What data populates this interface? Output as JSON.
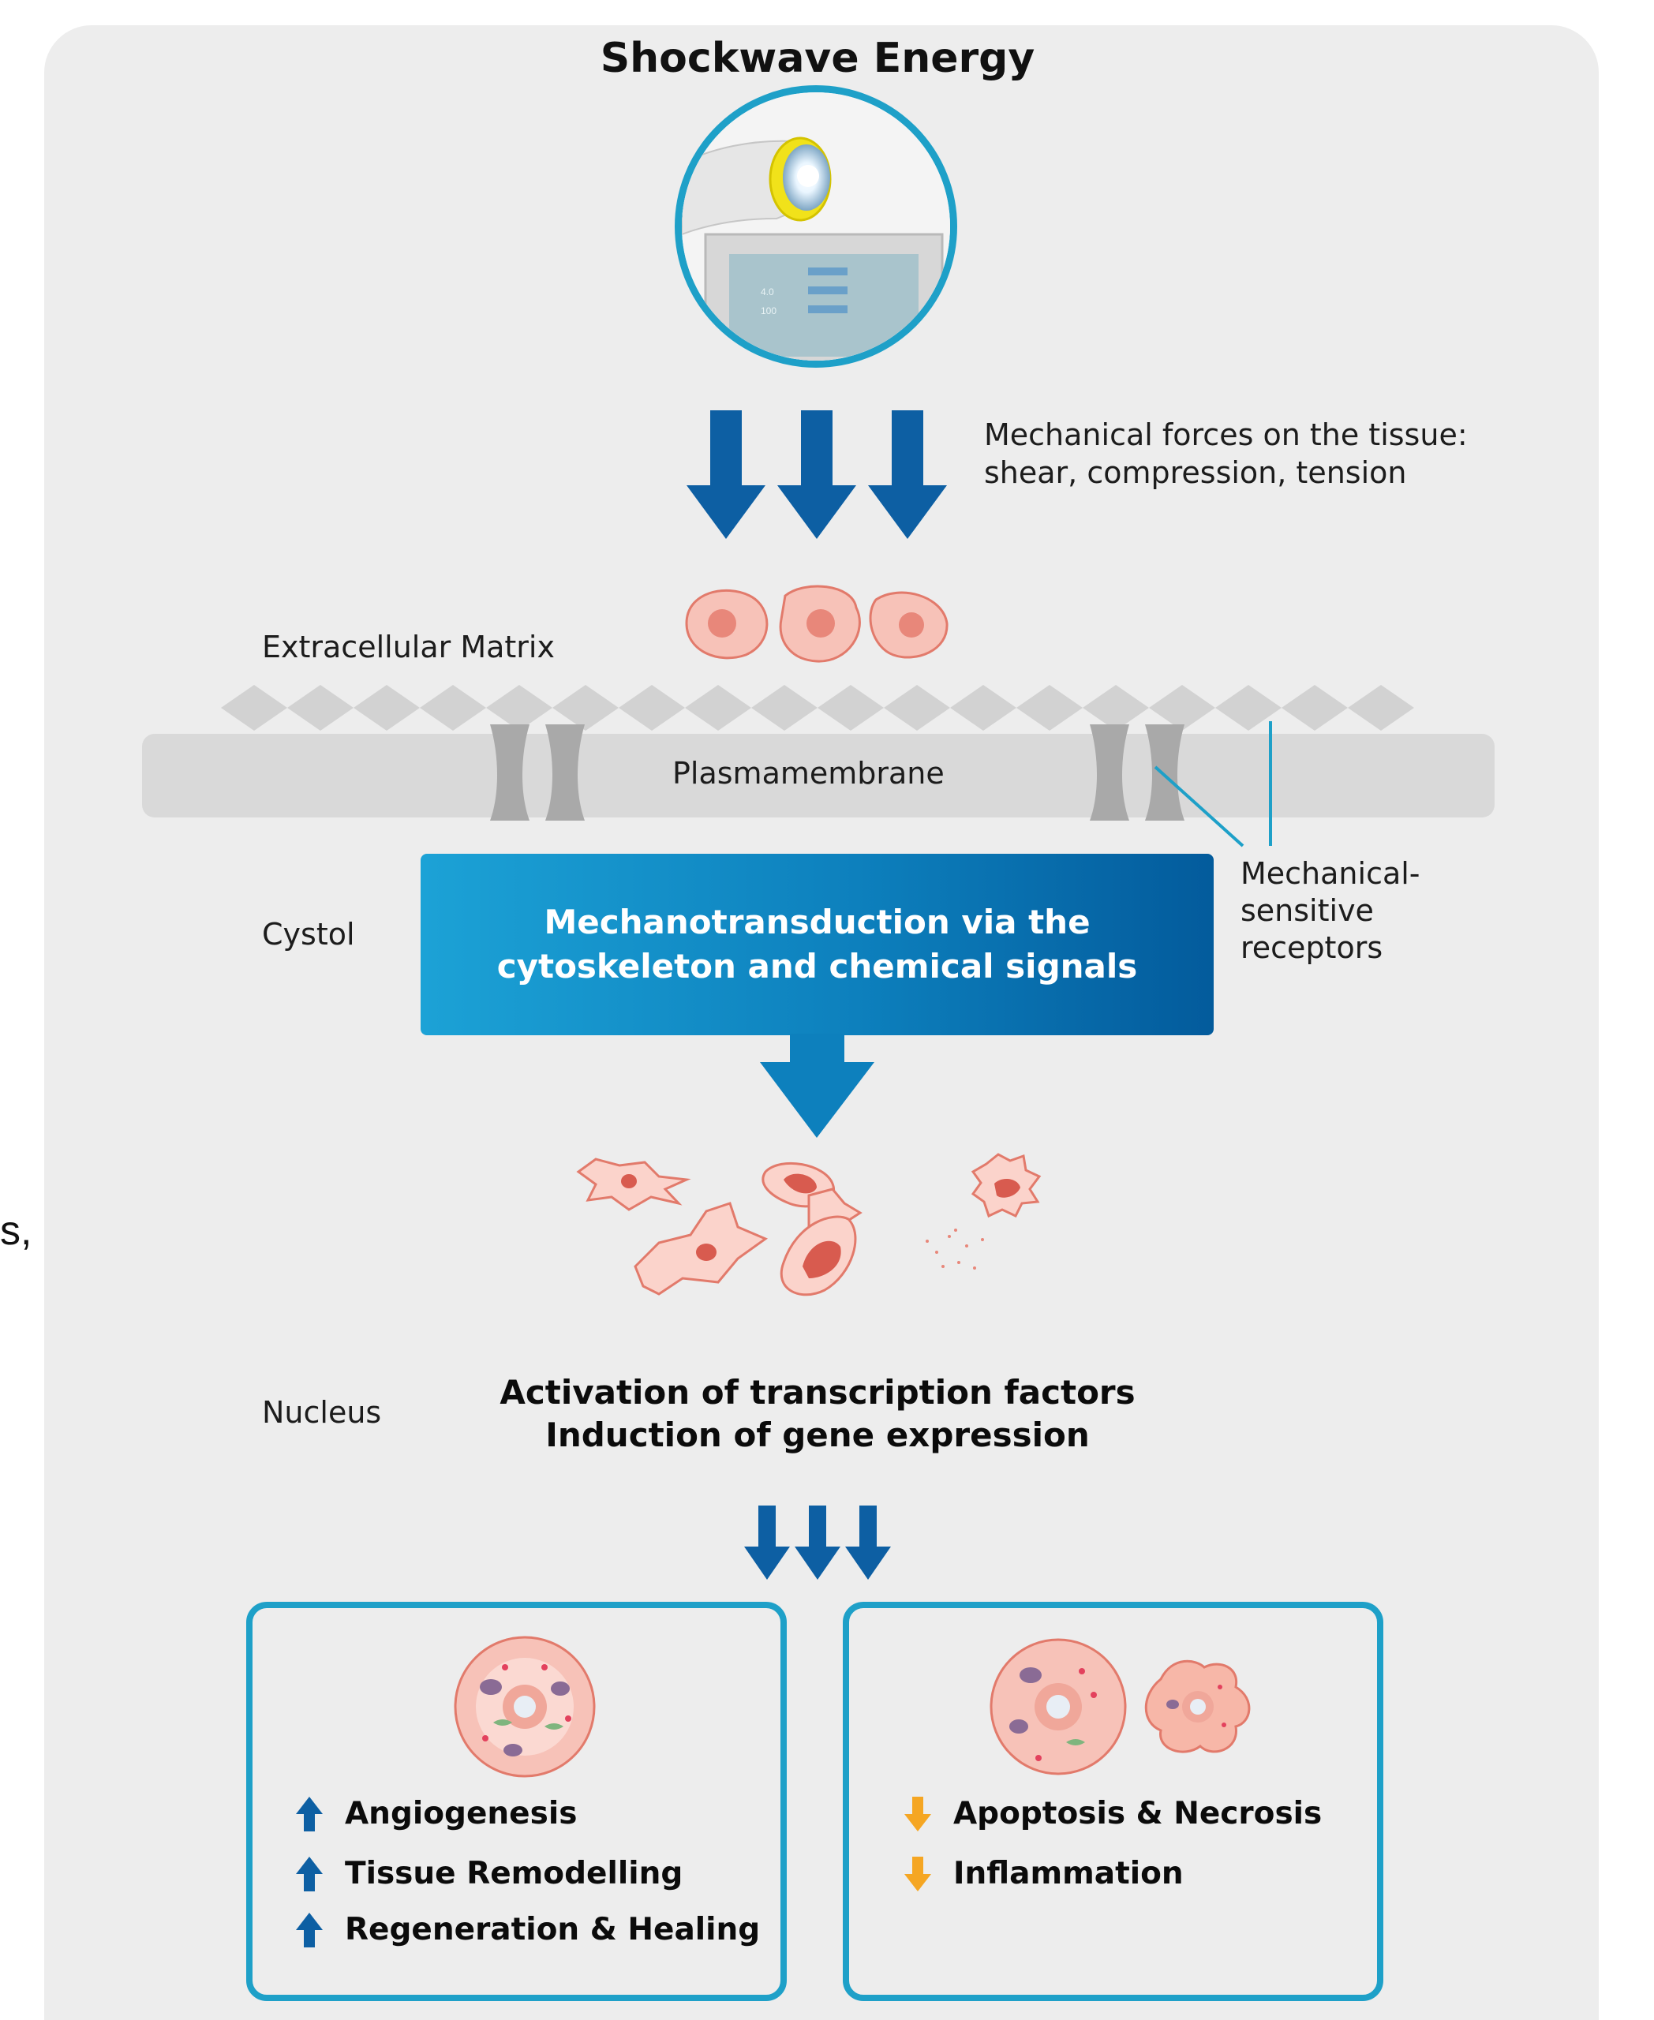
{
  "title": "Shockwave Energy",
  "left_crop_text": "s,",
  "device": {
    "screen_readings": [
      "4.0",
      "100"
    ]
  },
  "mechanical_forces": {
    "line1": "Mechanical forces on the tissue:",
    "line2": "shear, compression, tension"
  },
  "layers": {
    "extracellular_matrix": "Extracellular Matrix",
    "plasmamembrane": "Plasmamembrane",
    "cystol": "Cystol",
    "nucleus": "Nucleus"
  },
  "receptors_label": [
    "Mechanical-",
    "sensitive",
    "receptors"
  ],
  "mechanotransduction": {
    "line1": "Mechanotransduction via the",
    "line2": "cytoskeleton and chemical signals"
  },
  "activation": {
    "line1": "Activation of transcription factors",
    "line2": "Induction of gene expression"
  },
  "increased_effects": [
    "Angiogenesis",
    "Tissue Remodelling",
    "Regeneration & Healing"
  ],
  "decreased_effects": [
    "Apoptosis & Necrosis",
    "Inflammation"
  ],
  "colors": {
    "arrow_blue": "#0d5fa3",
    "box_blue": "#1ea0c8",
    "down_orange": "#f5a623",
    "cell_pink": "#f4a89c",
    "panel_gray": "#ededed"
  }
}
